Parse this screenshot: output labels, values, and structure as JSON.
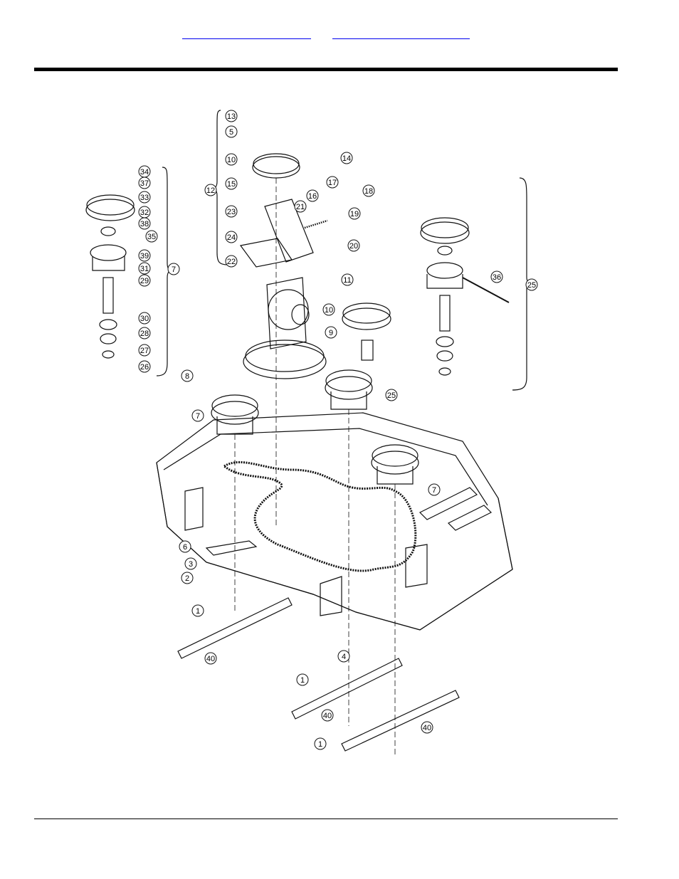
{
  "header": {
    "link_left": "",
    "link_right": ""
  },
  "diagram": {
    "callouts": [
      "1",
      "2",
      "3",
      "4",
      "5",
      "6",
      "7",
      "8",
      "9",
      "10",
      "11",
      "12",
      "13",
      "14",
      "15",
      "16",
      "17",
      "18",
      "19",
      "20",
      "21",
      "22",
      "23",
      "24",
      "25",
      "26",
      "27",
      "28",
      "29",
      "30",
      "31",
      "32",
      "33",
      "34",
      "35",
      "36",
      "37",
      "38",
      "39",
      "40"
    ]
  },
  "colors": {
    "link": "#0000ee",
    "rule": "#000000",
    "line_art": "#111111"
  }
}
